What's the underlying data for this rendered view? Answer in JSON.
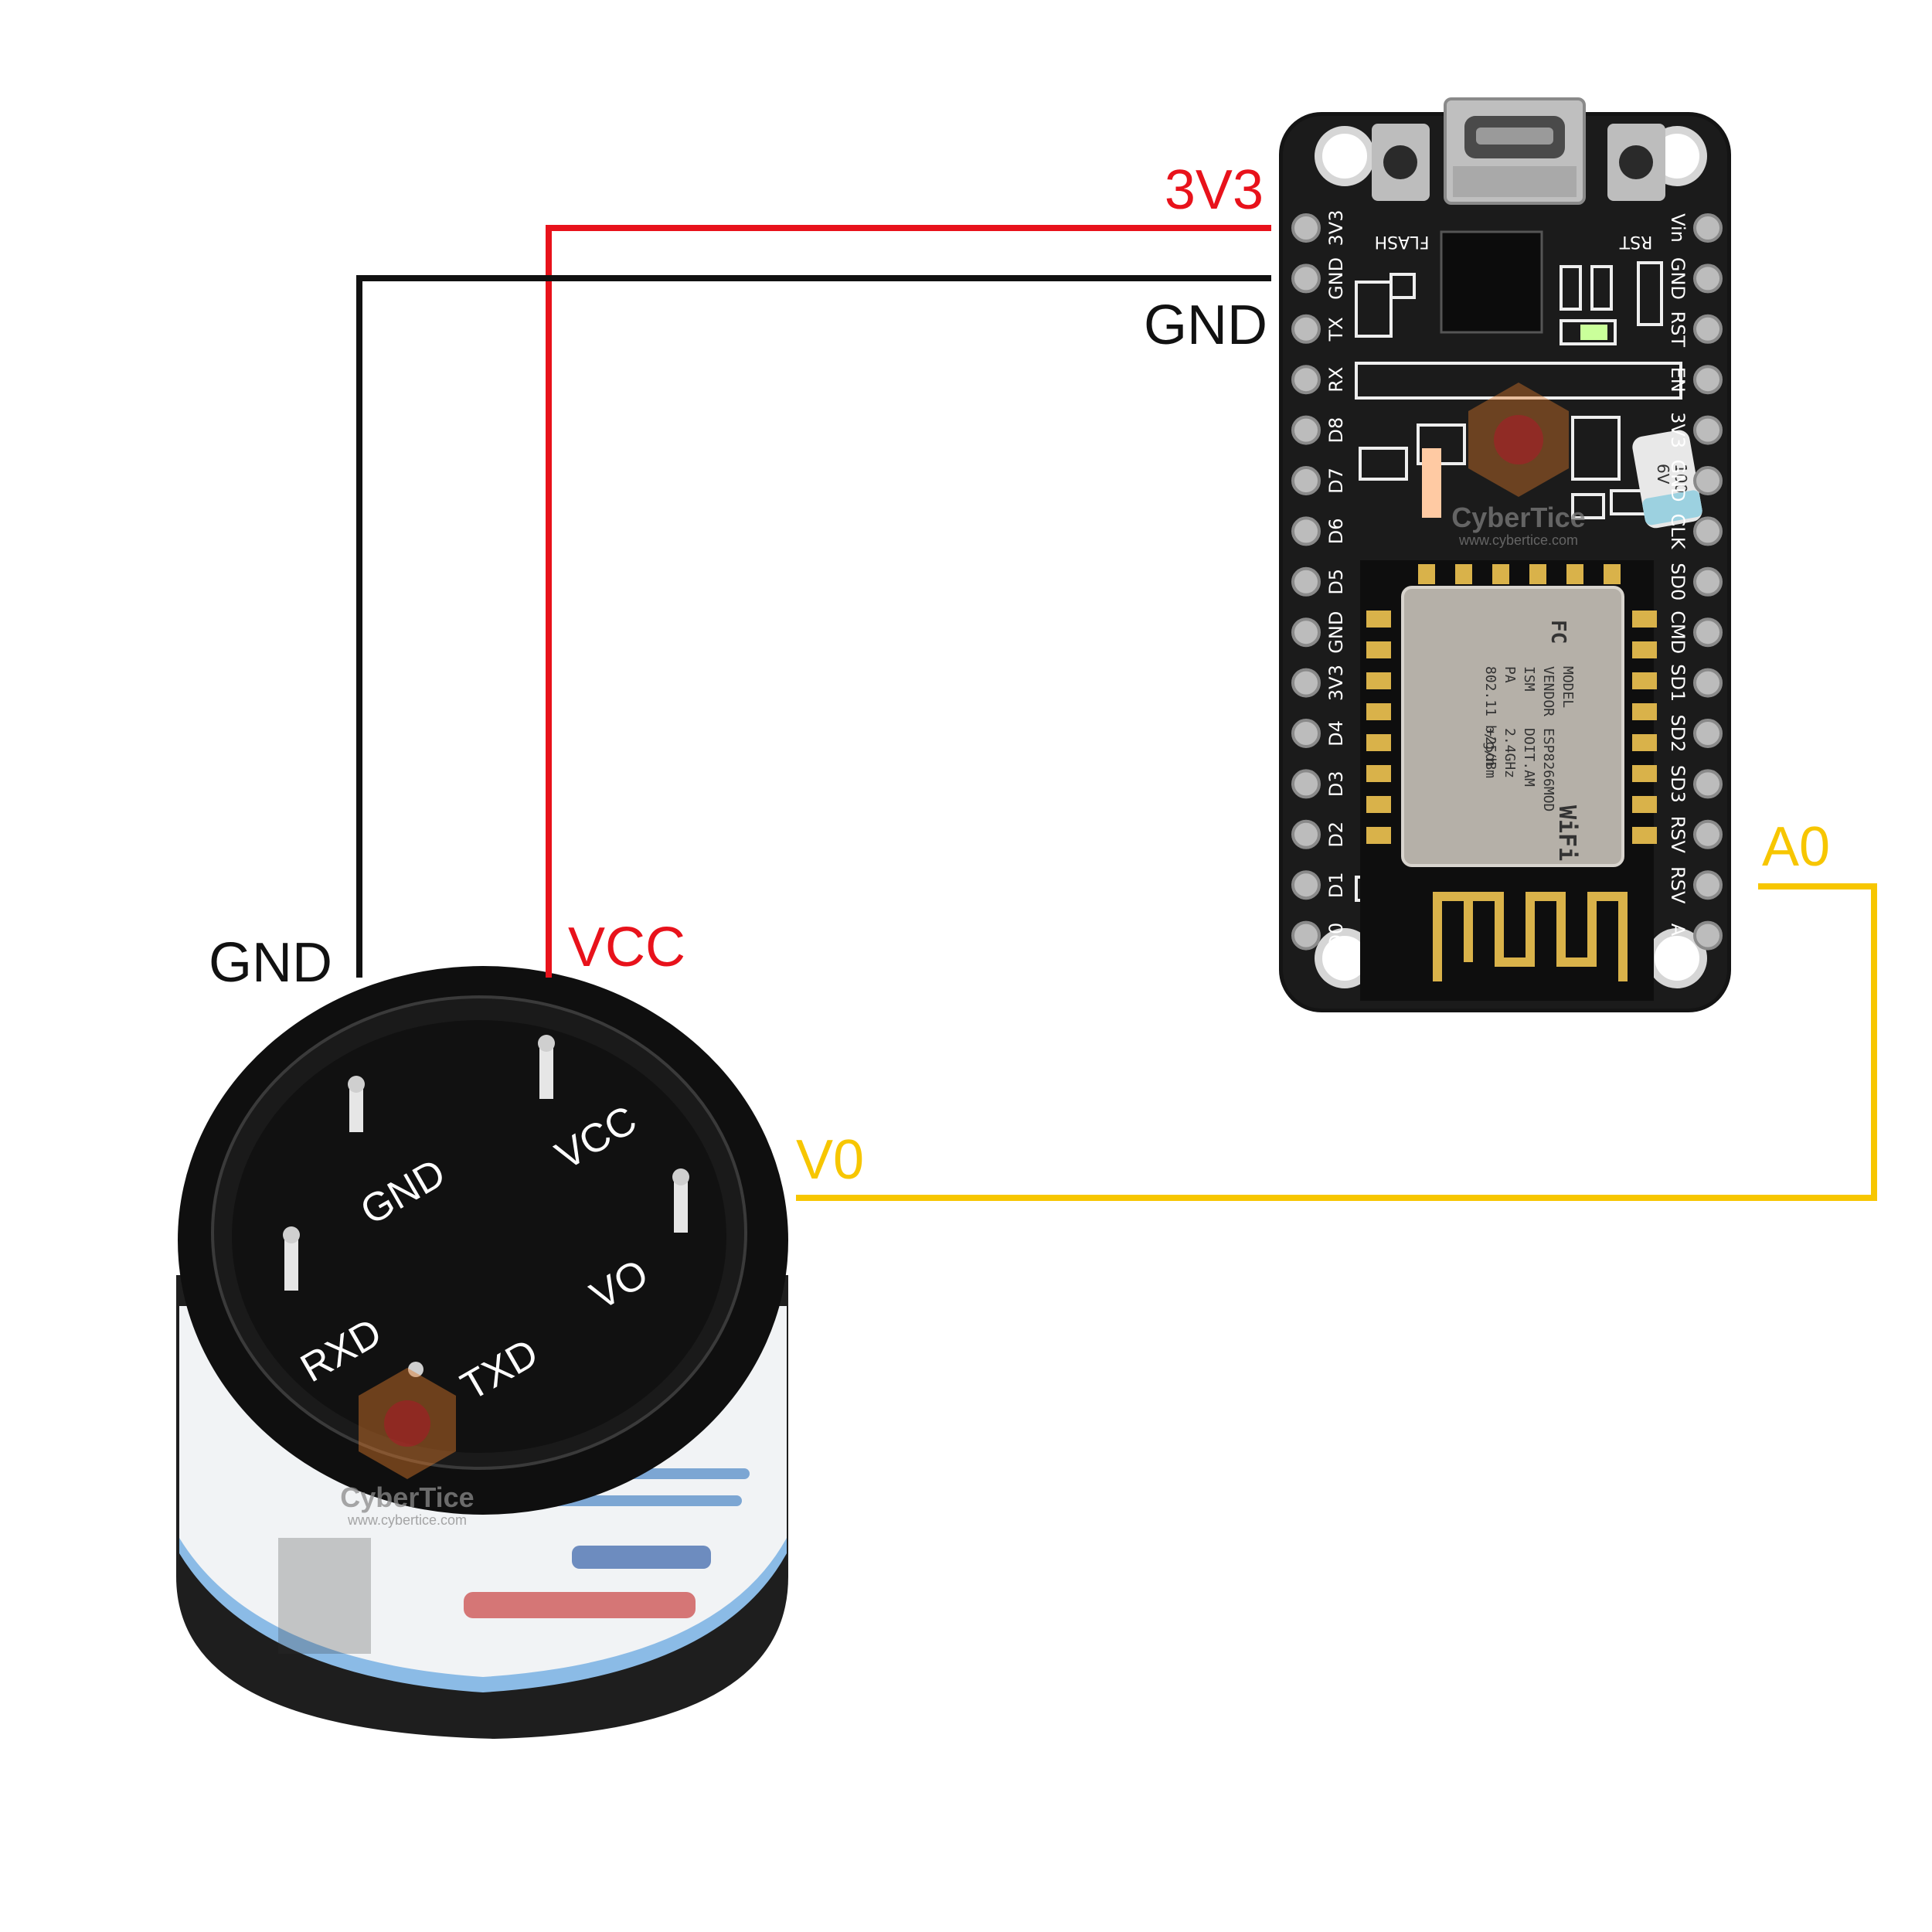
{
  "wires": {
    "red_color": "#e8121b",
    "black_color": "#111111",
    "yellow_color": "#f7c600"
  },
  "labels": {
    "board_3v3": "3V3",
    "board_gnd": "GND",
    "board_a0": "A0",
    "sensor_gnd": "GND",
    "sensor_vcc": "VCC",
    "sensor_v0": "V0"
  },
  "board": {
    "left_pins": [
      "3V3",
      "GND",
      "TX",
      "RX",
      "D8",
      "D7",
      "D6",
      "D5",
      "GND",
      "3V3",
      "D4",
      "D3",
      "D2",
      "D1",
      "D0"
    ],
    "right_pins": [
      "Vin",
      "GND",
      "RST",
      "EN",
      "3V3",
      "GND",
      "CLK",
      "SD0",
      "CMD",
      "SD1",
      "SD2",
      "SD3",
      "RSV",
      "RSV",
      "A0"
    ],
    "flash_label": "FLASH",
    "rst_label": "RST",
    "module_lines": [
      "MODEL",
      "VENDOR",
      "ISM",
      "PA",
      "802.11 b/g/n"
    ],
    "module_values": [
      "ESP8266MOD",
      "DOIT.AM",
      "2.4GHz",
      "+25dBm"
    ],
    "module_fc": "FC",
    "module_wifi": "WiFi",
    "cap_marking": [
      "100",
      "6V"
    ]
  },
  "sensor": {
    "pin_gnd": "GND",
    "pin_vcc": "VCC",
    "pin_rxd": "RXD",
    "pin_txd": "TXD",
    "pin_vo": "VO"
  },
  "watermark": {
    "brand": "CyberTice",
    "url": "www.cybertice.com"
  }
}
